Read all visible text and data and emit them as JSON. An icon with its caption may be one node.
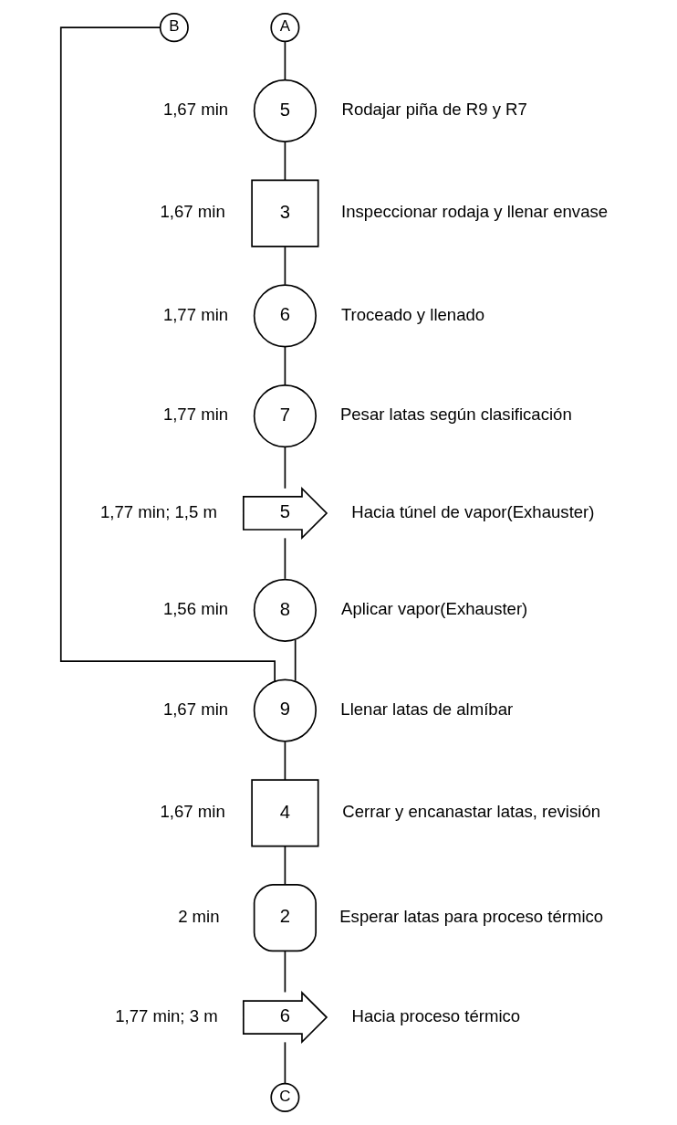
{
  "diagram": {
    "nodes": [
      {
        "text": [
          "A"
        ]
      },
      {
        "text": [
          "B"
        ]
      },
      {
        "text": [
          "5"
        ],
        "beside": [
          "1,67 min",
          "Rodajar piña de R9 y R7"
        ]
      },
      {
        "text": [
          "3"
        ],
        "beside": [
          "1,67 min",
          "Inspeccionar rodaja y llenar envase"
        ]
      },
      {
        "text": [
          "6"
        ],
        "beside": [
          "1,77 min",
          "Troceado y llenado"
        ]
      },
      {
        "text": [
          "7"
        ],
        "beside": [
          "1,77 min",
          "Pesar latas según clasificación"
        ]
      },
      {
        "text": [
          "5"
        ],
        "beside": [
          "1,77 min; 1,5 m",
          "Hacia túnel de vapor(Exhauster)"
        ]
      },
      {
        "text": [
          "8"
        ],
        "beside": [
          "1,56 min",
          "Aplicar vapor(Exhauster)"
        ]
      },
      {
        "text": [
          "9"
        ],
        "beside": [
          "1,67 min",
          "Llenar latas de almíbar"
        ]
      },
      {
        "text": [
          "4"
        ],
        "beside": [
          "1,67 min",
          "Cerrar y encanastar latas, revisión"
        ]
      },
      {
        "text": [
          "2"
        ],
        "beside": [
          "2 min",
          "Esperar latas para proceso térmico"
        ]
      },
      {
        "text": [
          "6"
        ],
        "beside": [
          "1,77 min; 3 m",
          "Hacia proceso térmico"
        ]
      },
      {
        "text": [
          "C"
        ]
      }
    ],
    "edges": [
      {
        "from": 0,
        "to": 2,
        "arrow": "none"
      },
      {
        "from": 2,
        "to": 3,
        "arrow": "none"
      },
      {
        "from": 3,
        "to": 4,
        "arrow": "none"
      },
      {
        "from": 4,
        "to": 5,
        "arrow": "none"
      },
      {
        "from": 5,
        "to": 6,
        "arrow": "none"
      },
      {
        "from": 6,
        "to": 7,
        "arrow": "none"
      },
      {
        "from": 7,
        "to": 8,
        "arrow": "none"
      },
      {
        "from": 1,
        "to": 8,
        "arrow": "none"
      },
      {
        "from": 8,
        "to": 9,
        "arrow": "none"
      },
      {
        "from": 9,
        "to": 10,
        "arrow": "none"
      },
      {
        "from": 10,
        "to": 11,
        "arrow": "none"
      },
      {
        "from": 11,
        "to": 12,
        "arrow": "none"
      }
    ]
  }
}
